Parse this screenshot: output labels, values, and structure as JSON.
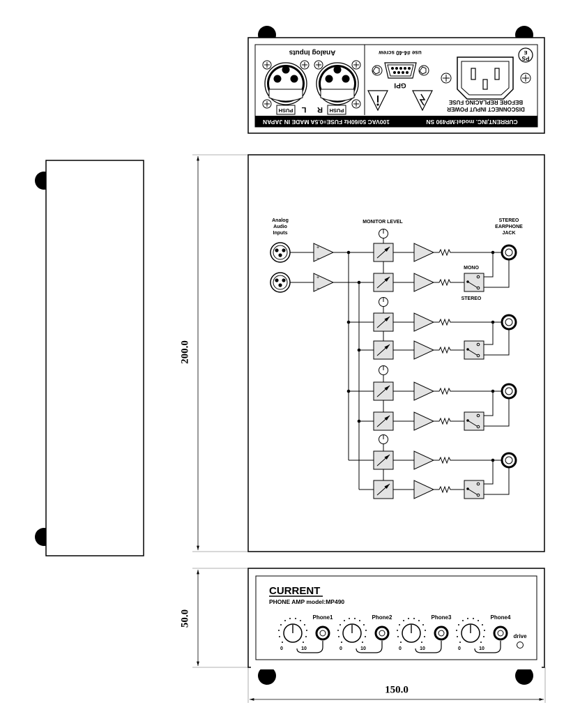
{
  "rear_panel": {
    "analog_inputs_label": "Analog Inputs",
    "screw_label": "use #4-40 screw",
    "gpi_label": "GPI",
    "push_label": "PUSH",
    "left_label": "L",
    "right_label": "R",
    "fuse_note_1": "DISCONNECT INPUT POWER",
    "fuse_note_2": "BEFORE REPLACING FUSE",
    "ps_label": "PS",
    "ps_sub": "E",
    "info_strip_left": "100VAC 50/60Hz FUSE=0.5A MADE IN JAPAN",
    "info_strip_right": "CURRENT,INC.  model:MP490 SN"
  },
  "block_diagram": {
    "inputs_label": [
      "Analog",
      "Audio",
      "Inputs"
    ],
    "monitor_level_label": "MONITOR LEVEL",
    "jack_label": [
      "STEREO",
      "EARPHONE",
      "JACK"
    ],
    "mono_label": "MONO",
    "stereo_label": "STEREO"
  },
  "front_panel": {
    "brand": "CURRENT",
    "model_line": "PHONE AMP model:MP490",
    "channels": [
      {
        "label": "Phone1",
        "min": "0",
        "max": "10"
      },
      {
        "label": "Phone2",
        "min": "0",
        "max": "10"
      },
      {
        "label": "Phone3",
        "min": "0",
        "max": "10"
      },
      {
        "label": "Phone4",
        "min": "0",
        "max": "10"
      }
    ],
    "drive_label": "drive"
  },
  "dimensions": {
    "depth": "200.0",
    "height": "50.0",
    "width": "150.0"
  }
}
